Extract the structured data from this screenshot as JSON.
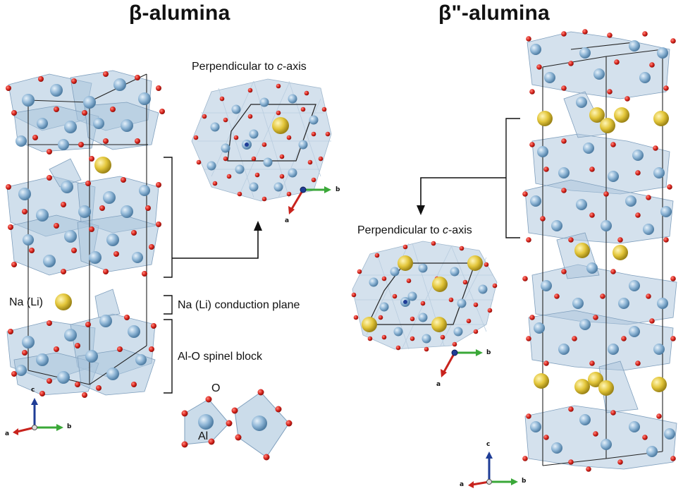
{
  "titles": {
    "beta": "β-alumina",
    "beta_double": "β\"-alumina"
  },
  "labels": {
    "perp_left": "Perpendicular to c-axis",
    "perp_right": "Perpendicular to c-axis",
    "na_li": "Na (Li)",
    "conduction_plane": "Na (Li) conduction plane",
    "spinel_block": "Al-O spinel block",
    "oxygen": "O",
    "aluminum": "Al"
  },
  "axes": {
    "a": "a",
    "b": "b",
    "c": "c"
  },
  "colors": {
    "oxygen": "#d8241c",
    "aluminum": "#8fb6d6",
    "polyhedron": "#a9c4dc",
    "sodium": "#e3c63a",
    "axis_a": "#c8231d",
    "axis_b": "#3aa838",
    "axis_c": "#1f3d96"
  }
}
